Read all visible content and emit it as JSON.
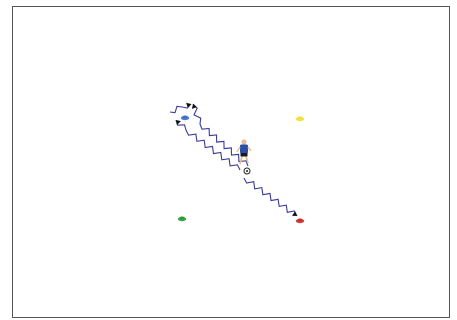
{
  "diagram": {
    "kind": "soccer-drill",
    "background_color": "#ffffff",
    "border_color": "#555555",
    "dribble_path_color": "#3a3a9a",
    "arrowhead_color": "#111111",
    "cones": [
      {
        "name": "cone-blue",
        "color": "#3d6fc9"
      },
      {
        "name": "cone-yellow",
        "color": "#f2e02e"
      },
      {
        "name": "cone-green",
        "color": "#2a9a3c"
      },
      {
        "name": "cone-red",
        "color": "#cc2a2a"
      }
    ],
    "player": {
      "shirt_color": "#2a4fa8",
      "shorts_color": "#1a1a1a",
      "skin_color": "#e6bf9a",
      "ball_color": "#ffffff",
      "ball_outline": "#222222"
    }
  }
}
